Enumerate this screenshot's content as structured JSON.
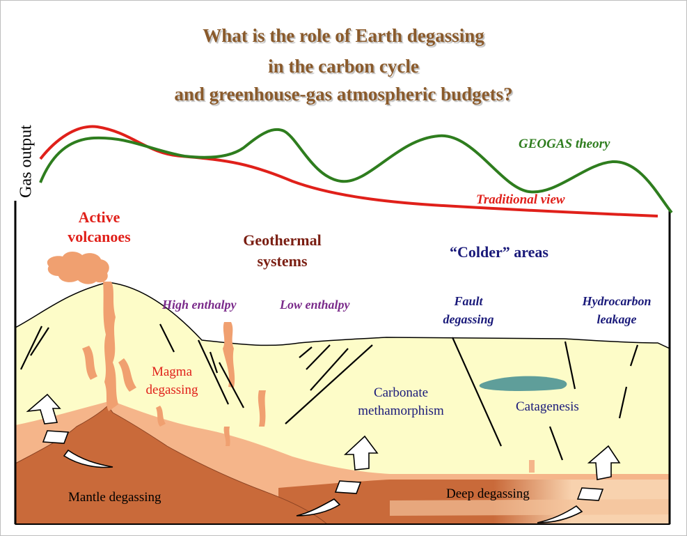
{
  "title": {
    "line1": "What is the role of Earth degassing",
    "line2": "in the carbon cycle",
    "line3": "and greenhouse-gas atmospheric budgets?"
  },
  "axis": {
    "ylabel": "Gas output"
  },
  "curves": {
    "geogas": {
      "label": "GEOGAS theory",
      "color": "#2e7d1e"
    },
    "traditional": {
      "label": "Traditional view",
      "color": "#e0201a"
    }
  },
  "regions": {
    "active_volcanoes": "Active\nvolcanoes",
    "geothermal": "Geothermal\nsystems",
    "colder": "“Colder” areas"
  },
  "labels": {
    "high_enthalpy": "High enthalpy",
    "low_enthalpy": "Low enthalpy",
    "fault_degassing": "Fault\ndegassing",
    "hydrocarbon_leakage": "Hydrocarbon\nleakage",
    "magma_degassing": "Magma\ndegassing",
    "carbonate": "Carbonate\nmethamorphism",
    "catagenesis": "Catagenesis",
    "mantle_degassing": "Mantle degassing",
    "deep_degassing": "Deep degassing"
  },
  "colors": {
    "crust": "#fdfcc8",
    "lower_crust": "#f5b58a",
    "mantle": "#c96a3a",
    "deep_layer": "#f8d2ae",
    "magma": "#f0a070",
    "reservoir": "#5f9e9a",
    "title": "#8a5a2b",
    "red_text": "#e0201a",
    "maroon_text": "#7a1e12",
    "navy_text": "#1a1a7a",
    "purple_text": "#7a2a8a"
  }
}
